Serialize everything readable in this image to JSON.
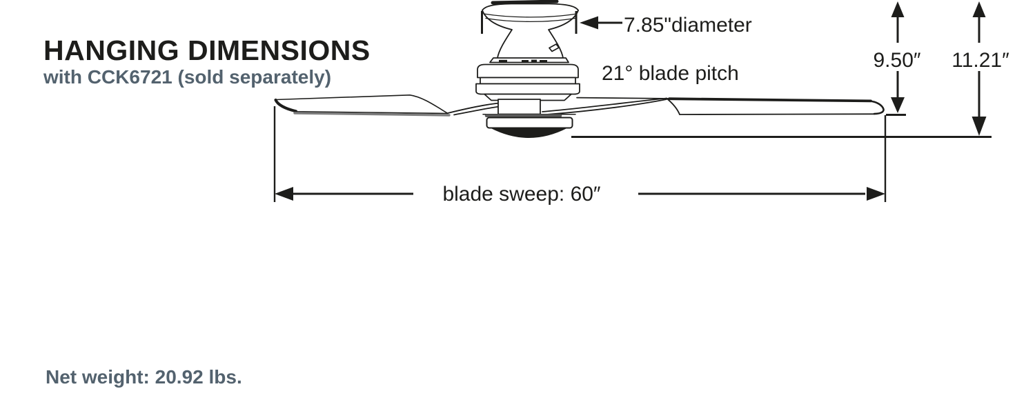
{
  "header": {
    "title": "HANGING DIMENSIONS",
    "subtitle": "with CCK6721 (sold separately)"
  },
  "dimensions": {
    "diameter_label": "7.85\"diameter",
    "blade_pitch_label": "21° blade pitch",
    "hanging_height_label": "9.50″",
    "overall_height_label": "11.21″",
    "blade_sweep_label": "blade sweep: 60″"
  },
  "footer": {
    "net_weight_label": "Net weight: 20.92 lbs."
  },
  "drawing": {
    "subject": "flush-mount-ceiling-fan-side-view"
  },
  "colors": {
    "ink": "#1d1d1b",
    "slate": "#53626e",
    "blade_shadow": "#7d7d7d",
    "kit_band": "#5a5a5a"
  }
}
